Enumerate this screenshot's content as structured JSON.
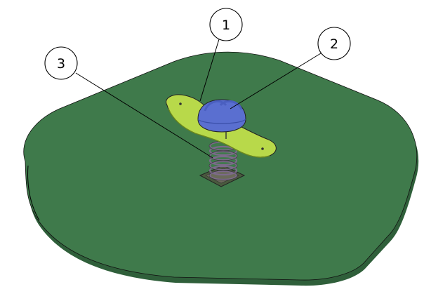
{
  "diagram": {
    "callouts": [
      {
        "label": "1"
      },
      {
        "label": "2"
      },
      {
        "label": "3"
      }
    ],
    "colors": {
      "base": "#3f7a4b",
      "base_edge": "#2f5f3a",
      "seat": "#b8d94a",
      "seat_edge": "#6d8a1e",
      "handle": "#5a6fd0",
      "spring": "#7d6a8c",
      "outline": "#000000"
    },
    "icons": [
      "spring-rider-icon"
    ]
  }
}
